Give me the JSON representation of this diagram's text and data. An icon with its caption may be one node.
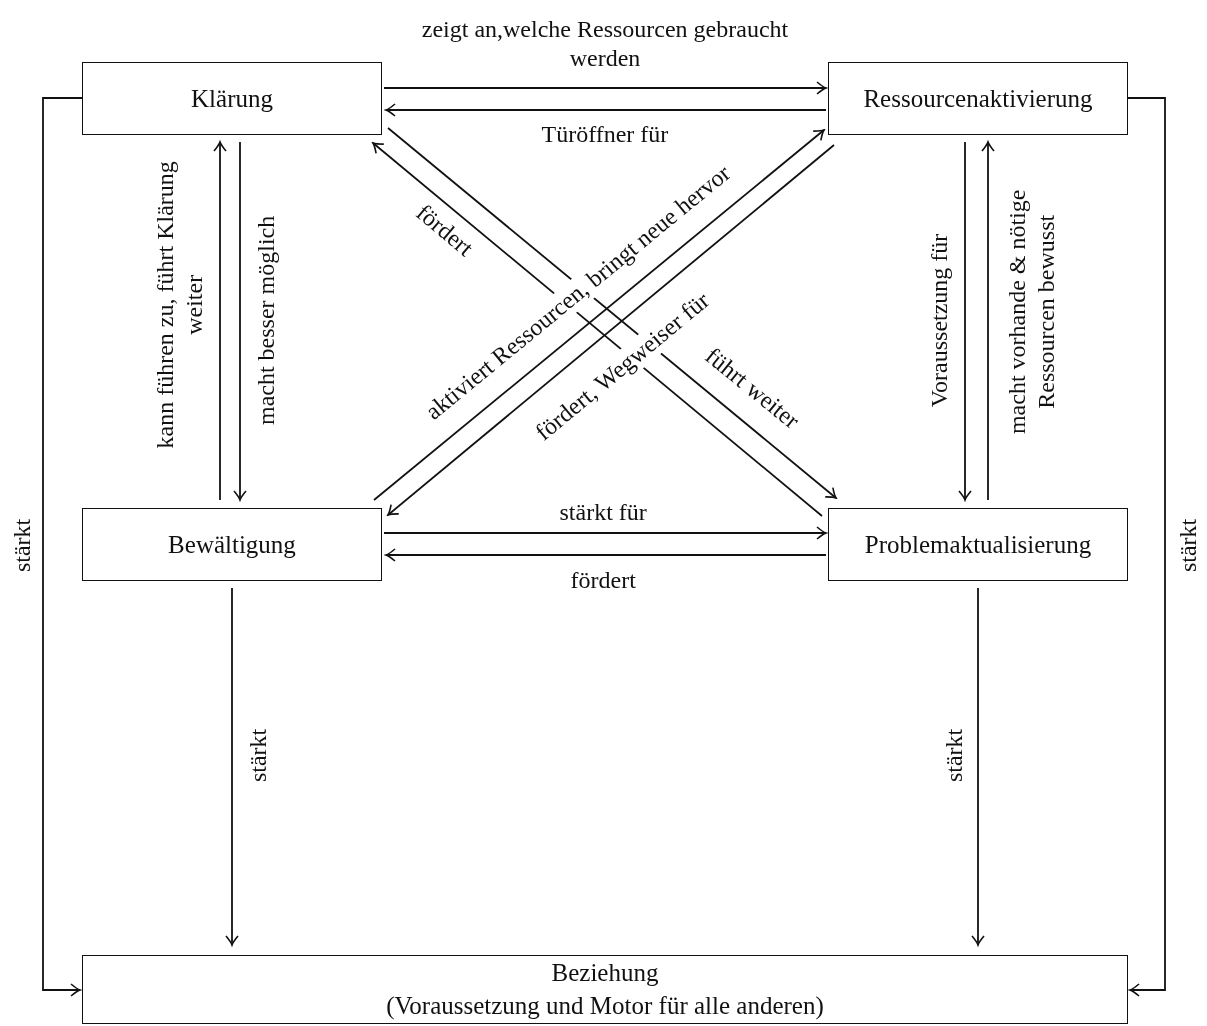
{
  "diagram": {
    "nodes": [
      {
        "text": [
          "Klärung"
        ]
      },
      {
        "text": [
          "Ressourcenaktivierung"
        ]
      },
      {
        "text": [
          "Bewältigung"
        ]
      },
      {
        "text": [
          "Problemaktualisierung"
        ]
      },
      {
        "text": [
          "Beziehung",
          "(Voraussetzung und Motor für alle anderen)"
        ]
      }
    ],
    "edges": [
      {
        "from": 0,
        "to": 1,
        "arrow": "to",
        "label": "zeigt an,welche Ressourcen gebraucht werden"
      },
      {
        "from": 1,
        "to": 0,
        "arrow": "to",
        "label": "Türöffner für"
      },
      {
        "from": 2,
        "to": 0,
        "arrow": "to",
        "label": "kann führen zu, führt Klärung weiter"
      },
      {
        "from": 0,
        "to": 2,
        "arrow": "to",
        "label": "macht besser möglich"
      },
      {
        "from": 1,
        "to": 3,
        "arrow": "to",
        "label": "Voraussetzung für"
      },
      {
        "from": 3,
        "to": 1,
        "arrow": "to",
        "label": "macht vorhande & nötige Ressourcen bewusst"
      },
      {
        "from": 2,
        "to": 3,
        "arrow": "to",
        "label": "stärkt für"
      },
      {
        "from": 3,
        "to": 2,
        "arrow": "to",
        "label": "fördert"
      },
      {
        "from": 0,
        "to": 3,
        "arrow": "to",
        "label": "führt weiter"
      },
      {
        "from": 3,
        "to": 0,
        "arrow": "to",
        "label": "fördert"
      },
      {
        "from": 2,
        "to": 1,
        "arrow": "to",
        "label": "aktiviert Ressourcen, bringt neue hervor"
      },
      {
        "from": 1,
        "to": 2,
        "arrow": "to",
        "label": "fördert, Wegweiser für"
      },
      {
        "from": 0,
        "to": 4,
        "arrow": "to",
        "label": "stärkt"
      },
      {
        "from": 1,
        "to": 4,
        "arrow": "to",
        "label": "stärkt"
      },
      {
        "from": 2,
        "to": 4,
        "arrow": "to",
        "label": "stärkt"
      },
      {
        "from": 3,
        "to": 4,
        "arrow": "to",
        "label": "stärkt"
      }
    ]
  }
}
